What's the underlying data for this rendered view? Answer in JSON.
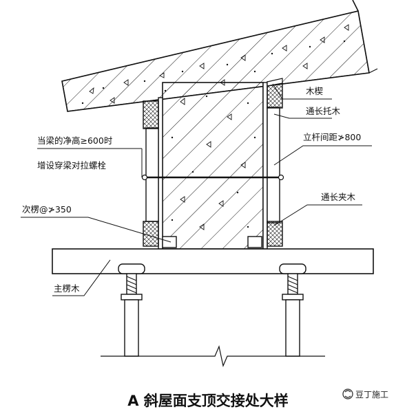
{
  "labels": {
    "wood_wedge": "木楔",
    "long_support_wood": "通长托木",
    "post_spacing": "立杆间距≯800",
    "beam_height_note_1": "当梁的净高≥600时",
    "beam_height_note_2": "增设穿梁对拉螺栓",
    "long_clamp_wood": "通长夹木",
    "secondary_joist": "次楞@≯350",
    "main_joist": "主楞木"
  },
  "caption": "A 斜屋面支顶交接处大样",
  "watermark": "豆丁施工",
  "colors": {
    "line": "#111111",
    "background": "#ffffff"
  }
}
